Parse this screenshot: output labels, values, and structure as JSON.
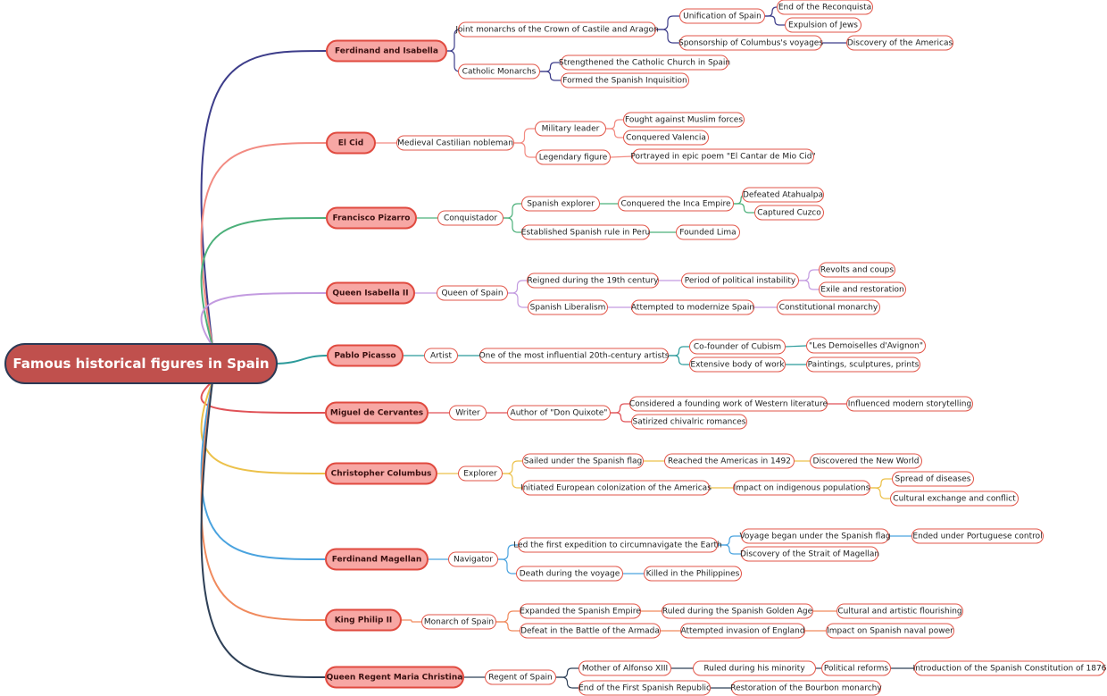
{
  "root": {
    "label": "Famous historical figures in Spain"
  },
  "branches": [
    {
      "id": "b0",
      "label": "Ferdinand and Isabella",
      "color": "#3d3d8a"
    },
    {
      "id": "b1",
      "label": "El Cid",
      "color": "#f28b82"
    },
    {
      "id": "b2",
      "label": "Francisco Pizarro",
      "color": "#4cb07a"
    },
    {
      "id": "b3",
      "label": "Queen Isabella II",
      "color": "#c39be0"
    },
    {
      "id": "b4",
      "label": "Pablo Picasso",
      "color": "#2b9a9a"
    },
    {
      "id": "b5",
      "label": "Miguel de Cervantes",
      "color": "#e05257"
    },
    {
      "id": "b6",
      "label": "Christopher Columbus",
      "color": "#ecc14a"
    },
    {
      "id": "b7",
      "label": "Ferdinand Magellan",
      "color": "#4aa3df"
    },
    {
      "id": "b8",
      "label": "King Philip II",
      "color": "#f08a5d"
    },
    {
      "id": "b9",
      "label": "Queen Regent Maria Christina",
      "color": "#2e4057"
    }
  ],
  "leaves": [
    {
      "id": "b0a",
      "parent": "b0",
      "label": "Joint monarchs of the Crown of Castile and Aragon"
    },
    {
      "id": "b0a1",
      "parent": "b0a",
      "label": "Unification of Spain"
    },
    {
      "id": "b0a1a",
      "parent": "b0a1",
      "label": "End of the Reconquista"
    },
    {
      "id": "b0a1b",
      "parent": "b0a1",
      "label": "Expulsion of Jews"
    },
    {
      "id": "b0a2",
      "parent": "b0a",
      "label": "Sponsorship of Columbus's voyages"
    },
    {
      "id": "b0a2a",
      "parent": "b0a2",
      "label": "Discovery of the Americas"
    },
    {
      "id": "b0b",
      "parent": "b0",
      "label": "Catholic Monarchs"
    },
    {
      "id": "b0b1",
      "parent": "b0b",
      "label": "Strengthened the Catholic Church in Spain"
    },
    {
      "id": "b0b2",
      "parent": "b0b",
      "label": "Formed the Spanish Inquisition"
    },
    {
      "id": "b1a",
      "parent": "b1",
      "label": "Medieval Castilian nobleman"
    },
    {
      "id": "b1a1",
      "parent": "b1a",
      "label": "Military leader"
    },
    {
      "id": "b1a1a",
      "parent": "b1a1",
      "label": "Fought against Muslim forces"
    },
    {
      "id": "b1a1b",
      "parent": "b1a1",
      "label": "Conquered Valencia"
    },
    {
      "id": "b1a2",
      "parent": "b1a",
      "label": "Legendary figure"
    },
    {
      "id": "b1a2a",
      "parent": "b1a2",
      "label": "Portrayed in epic poem \"El Cantar de Mio Cid\""
    },
    {
      "id": "b2a",
      "parent": "b2",
      "label": "Conquistador"
    },
    {
      "id": "b2a1",
      "parent": "b2a",
      "label": "Spanish explorer"
    },
    {
      "id": "b2a1a",
      "parent": "b2a1",
      "label": "Conquered the Inca Empire"
    },
    {
      "id": "b2a1a1",
      "parent": "b2a1a",
      "label": "Defeated Atahualpa"
    },
    {
      "id": "b2a1a2",
      "parent": "b2a1a",
      "label": "Captured Cuzco"
    },
    {
      "id": "b2a2",
      "parent": "b2a",
      "label": "Established Spanish rule in Peru"
    },
    {
      "id": "b2a2a",
      "parent": "b2a2",
      "label": "Founded Lima"
    },
    {
      "id": "b3a",
      "parent": "b3",
      "label": "Queen of Spain"
    },
    {
      "id": "b3a1",
      "parent": "b3a",
      "label": "Reigned during the 19th century"
    },
    {
      "id": "b3a1a",
      "parent": "b3a1",
      "label": "Period of political instability"
    },
    {
      "id": "b3a1a1",
      "parent": "b3a1a",
      "label": "Revolts and coups"
    },
    {
      "id": "b3a1a2",
      "parent": "b3a1a",
      "label": "Exile and restoration"
    },
    {
      "id": "b3a2",
      "parent": "b3a",
      "label": "Spanish Liberalism"
    },
    {
      "id": "b3a2a",
      "parent": "b3a2",
      "label": "Attempted to modernize Spain"
    },
    {
      "id": "b3a2a1",
      "parent": "b3a2a",
      "label": "Constitutional monarchy"
    },
    {
      "id": "b4a",
      "parent": "b4",
      "label": "Artist"
    },
    {
      "id": "b4a1",
      "parent": "b4a",
      "label": "One of the most influential 20th-century artists"
    },
    {
      "id": "b4a1a",
      "parent": "b4a1",
      "label": "Co-founder of Cubism"
    },
    {
      "id": "b4a1a1",
      "parent": "b4a1a",
      "label": "\"Les Demoiselles d'Avignon\""
    },
    {
      "id": "b4a1b",
      "parent": "b4a1",
      "label": "Extensive body of work"
    },
    {
      "id": "b4a1b1",
      "parent": "b4a1b",
      "label": "Paintings, sculptures, prints"
    },
    {
      "id": "b5a",
      "parent": "b5",
      "label": "Writer"
    },
    {
      "id": "b5a1",
      "parent": "b5a",
      "label": "Author of \"Don Quixote\""
    },
    {
      "id": "b5a1a",
      "parent": "b5a1",
      "label": "Considered a founding work of Western literature"
    },
    {
      "id": "b5a1a1",
      "parent": "b5a1a",
      "label": "Influenced modern storytelling"
    },
    {
      "id": "b5a1b",
      "parent": "b5a1",
      "label": "Satirized chivalric romances"
    },
    {
      "id": "b6a",
      "parent": "b6",
      "label": "Explorer"
    },
    {
      "id": "b6a1",
      "parent": "b6a",
      "label": "Sailed under the Spanish flag"
    },
    {
      "id": "b6a1a",
      "parent": "b6a1",
      "label": "Reached the Americas in 1492"
    },
    {
      "id": "b6a1a1",
      "parent": "b6a1a",
      "label": "Discovered the New World"
    },
    {
      "id": "b6a2",
      "parent": "b6a",
      "label": "Initiated European colonization of the Americas"
    },
    {
      "id": "b6a2a",
      "parent": "b6a2",
      "label": "Impact on indigenous populations"
    },
    {
      "id": "b6a2a1",
      "parent": "b6a2a",
      "label": "Spread of diseases"
    },
    {
      "id": "b6a2a2",
      "parent": "b6a2a",
      "label": "Cultural exchange and conflict"
    },
    {
      "id": "b7a",
      "parent": "b7",
      "label": "Navigator"
    },
    {
      "id": "b7a1",
      "parent": "b7a",
      "label": "Led the first expedition to circumnavigate the Earth"
    },
    {
      "id": "b7a1a",
      "parent": "b7a1",
      "label": "Voyage began under the Spanish flag"
    },
    {
      "id": "b7a1a1",
      "parent": "b7a1a",
      "label": "Ended under Portuguese control"
    },
    {
      "id": "b7a1b",
      "parent": "b7a1",
      "label": "Discovery of the Strait of Magellan"
    },
    {
      "id": "b7a2",
      "parent": "b7a",
      "label": "Death during the voyage"
    },
    {
      "id": "b7a2a",
      "parent": "b7a2",
      "label": "Killed in the Philippines"
    },
    {
      "id": "b8a",
      "parent": "b8",
      "label": "Monarch of Spain"
    },
    {
      "id": "b8a1",
      "parent": "b8a",
      "label": "Expanded the Spanish Empire"
    },
    {
      "id": "b8a1a",
      "parent": "b8a1",
      "label": "Ruled during the Spanish Golden Age"
    },
    {
      "id": "b8a1a1",
      "parent": "b8a1a",
      "label": "Cultural and artistic flourishing"
    },
    {
      "id": "b8a2",
      "parent": "b8a",
      "label": "Defeat in the Battle of the Armada"
    },
    {
      "id": "b8a2a",
      "parent": "b8a2",
      "label": "Attempted invasion of England"
    },
    {
      "id": "b8a2a1",
      "parent": "b8a2a",
      "label": "Impact on Spanish naval power"
    },
    {
      "id": "b9a",
      "parent": "b9",
      "label": "Regent of Spain"
    },
    {
      "id": "b9a1",
      "parent": "b9a",
      "label": "Mother of Alfonso XIII"
    },
    {
      "id": "b9a1a",
      "parent": "b9a1",
      "label": "Ruled during his minority"
    },
    {
      "id": "b9a1a1",
      "parent": "b9a1a",
      "label": "Political reforms"
    },
    {
      "id": "b9a1a1a",
      "parent": "b9a1a1",
      "label": "Introduction of the Spanish Constitution of 1876"
    },
    {
      "id": "b9a2",
      "parent": "b9a",
      "label": "End of the First Spanish Republic"
    },
    {
      "id": "b9a2a",
      "parent": "b9a2",
      "label": "Restoration of the Bourbon monarchy"
    }
  ]
}
